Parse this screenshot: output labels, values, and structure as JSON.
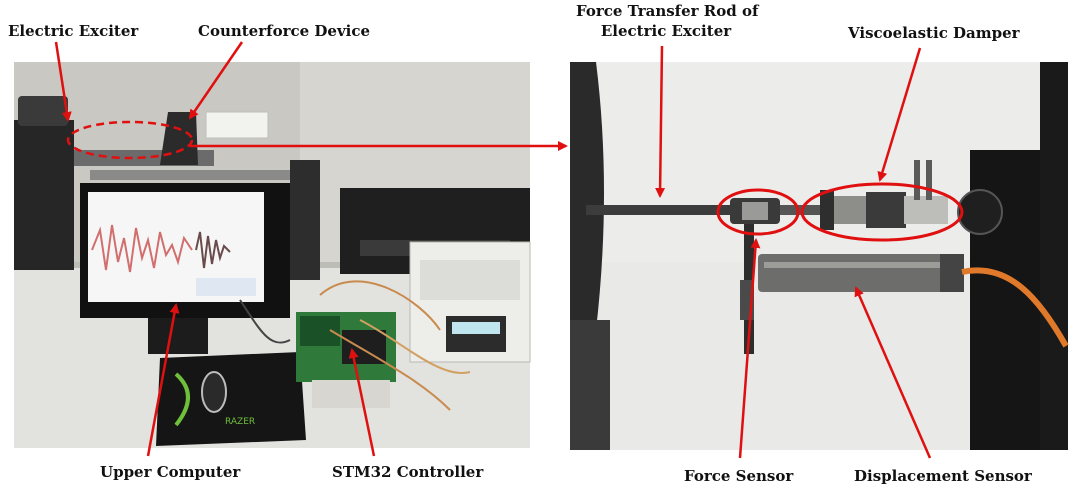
{
  "labels": {
    "electric_exciter": "Electric Exciter",
    "counterforce_device": "Counterforce Device",
    "force_transfer_rod_line1": "Force Transfer Rod of",
    "force_transfer_rod_line2": "Electric Exciter",
    "viscoelastic_damper": "Viscoelastic Damper",
    "upper_computer": "Upper Computer",
    "stm32_controller": "STM32 Controller",
    "force_sensor": "Force Sensor",
    "displacement_sensor": "Displacement Sensor"
  },
  "monitor_text": {
    "brand": "RAZER"
  },
  "colors": {
    "arrow": "#e01010",
    "label_text": "#111111"
  }
}
